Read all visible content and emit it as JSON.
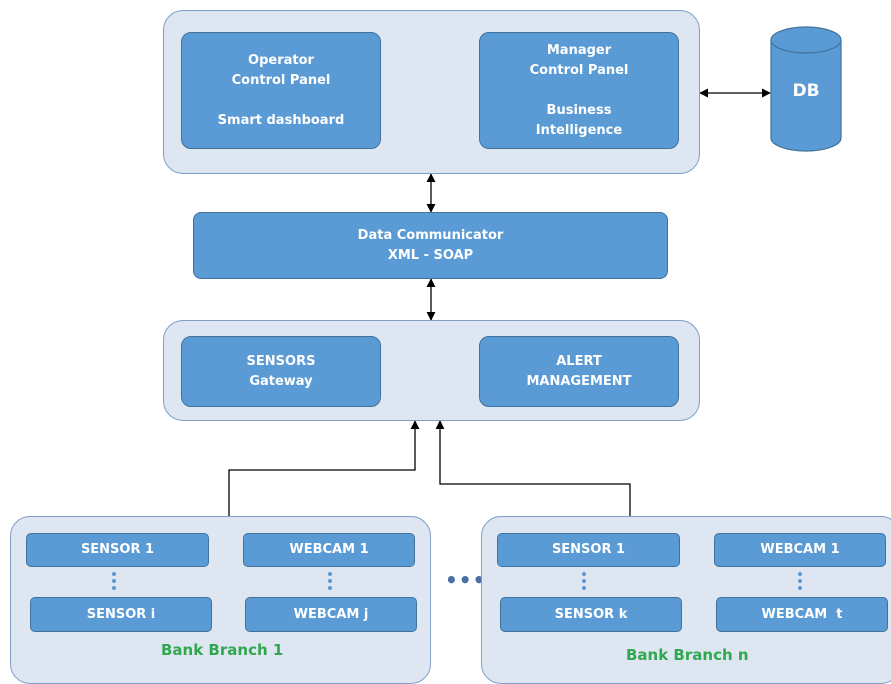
{
  "top_panel": {
    "operator": {
      "line1": "Operator",
      "line2": "Control Panel",
      "line3": "Smart dashboard"
    },
    "manager": {
      "line1": "Manager",
      "line2": "Control Panel",
      "line3": "Business",
      "line4": "Intelligence"
    }
  },
  "db": {
    "label": "DB"
  },
  "communicator": {
    "line1": "Data Communicator",
    "line2": "XML - SOAP"
  },
  "middle_panel": {
    "sensors": {
      "line1": "SENSORS",
      "line2": "Gateway"
    },
    "alert": {
      "line1": "ALERT",
      "line2": "MANAGEMENT"
    }
  },
  "branch1": {
    "sensor_top": "SENSOR 1",
    "sensor_bottom": "SENSOR i",
    "webcam_top": "WEBCAM 1",
    "webcam_bottom": "WEBCAM j",
    "label": "Bank Branch 1"
  },
  "branchn": {
    "sensor_top": "SENSOR 1",
    "sensor_bottom": "SENSOR k",
    "webcam_top": "WEBCAM 1",
    "webcam_bottom": "WEBCAM  t",
    "label": "Bank Branch n"
  },
  "between_branches": "•••",
  "colors": {
    "panel_fill": "#dde6f1",
    "box_fill": "#5b9bd5",
    "branch_label": "#2fa84f"
  }
}
